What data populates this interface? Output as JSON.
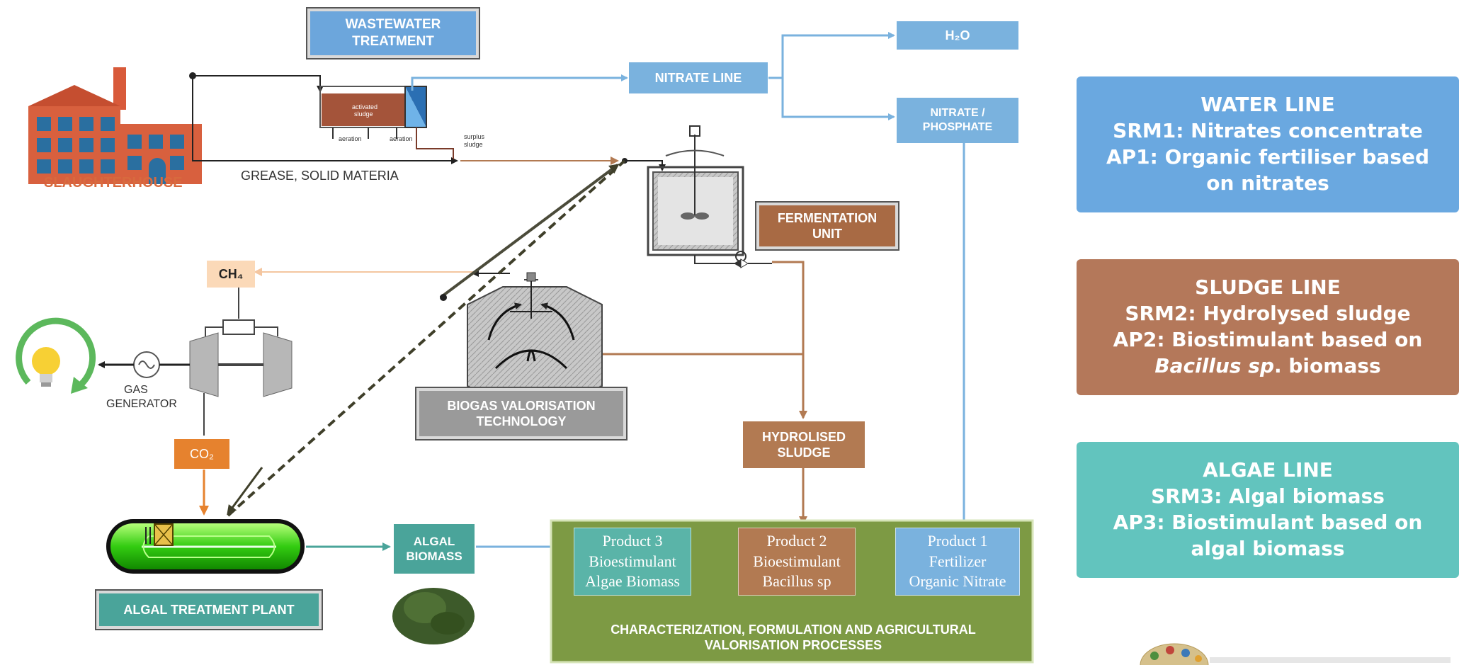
{
  "boxes": {
    "wastewater": "WASTEWATER TREATMENT",
    "nitrate_line": "NITRATE LINE",
    "h2o": "H₂O",
    "nitrate_phosphate": "NITRATE / PHOSPHATE",
    "fermentation": "FERMENTATION UNIT",
    "ch4": "CH₄",
    "co2": "CO₂",
    "biogas": "BIOGAS VALORISATION TECHNOLOGY",
    "hydrolised": "HYDROLISED SLUDGE",
    "algal_biomass": "ALGAL BIOMASS",
    "algal_plant": "ALGAL TREATMENT PLANT"
  },
  "labels": {
    "slaughterhouse": "SLAUGHTERHOUSE",
    "grease": "GREASE, SOLID MATERIA",
    "gas_generator_1": "GAS",
    "gas_generator_2": "GENERATOR",
    "activated_1": "activated",
    "activated_2": "sludge",
    "aeration_a": "aeration",
    "aeration_b": "aeration",
    "surplus_1": "surplus",
    "surplus_2": "sludge"
  },
  "products": [
    {
      "line1": "Product 3",
      "line2": "Bioestimulant",
      "line3": "Algae Biomass"
    },
    {
      "line1": "Product 2",
      "line2": "Bioestimulant",
      "line3": "Bacillus sp"
    },
    {
      "line1": "Product 1",
      "line2": "Fertilizer",
      "line3": "Organic Nitrate"
    }
  ],
  "processes_title": "CHARACTERIZATION, FORMULATION AND AGRICULTURAL VALORISATION PROCESSES",
  "panels": {
    "water": {
      "l1": "WATER LINE",
      "l2": "SRM1: Nitrates concentrate",
      "l3": "AP1: Organic fertiliser based on nitrates"
    },
    "sludge": {
      "l1": "SLUDGE LINE",
      "l2": "SRM2: Hydrolysed sludge",
      "l3": "AP2: Biostimulant  based on",
      "l4_italic": "Bacillus sp",
      "l4_rest": ". biomass"
    },
    "algae": {
      "l1": "ALGAE LINE",
      "l2": "SRM3: Algal biomass",
      "l3": "AP3: Biostimulant based on algal biomass"
    }
  },
  "colors": {
    "blue": "#7ab2de",
    "panel_blue": "#6aa8e0",
    "brown": "#b27a52",
    "panel_brown": "#b4785a",
    "teal": "#5ab4a8",
    "panel_teal": "#62c4be",
    "olive": "#7d9a44",
    "orange": "#e6822e",
    "peach": "#fbd9b8",
    "grey": "#aaaaaa"
  },
  "icons": [
    "factory-icon",
    "lightbulb-icon",
    "gas-generator-icon",
    "turbine-icon",
    "reactor-icon",
    "digester-icon",
    "photobioreactor-icon",
    "algae-powder-icon",
    "logo-icon"
  ]
}
